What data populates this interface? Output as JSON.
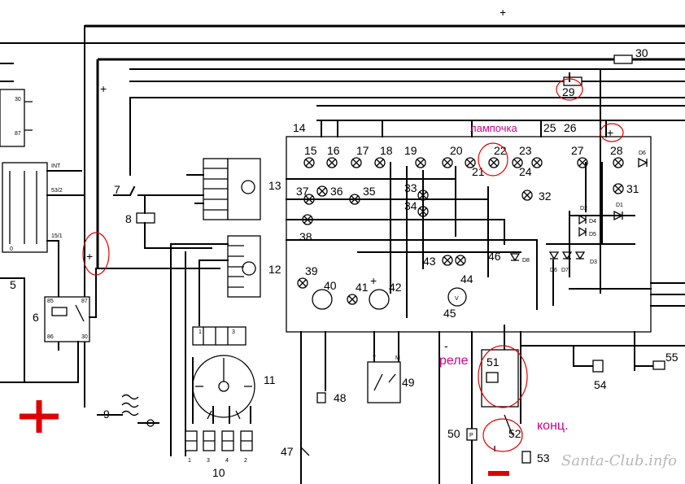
{
  "labels": {
    "n5": "5",
    "n6": "6",
    "n7": "7",
    "n8": "8",
    "n9": "9",
    "n10": "10",
    "n11": "11",
    "n12": "12",
    "n13": "13",
    "n14": "14",
    "n15": "15",
    "n16": "16",
    "n17": "17",
    "n18": "18",
    "n19": "19",
    "n20": "20",
    "n21": "21",
    "n22": "22",
    "n23": "23",
    "n24": "24",
    "n25": "25",
    "n26": "26",
    "n27": "27",
    "n28": "28",
    "n29": "29",
    "n30": "30",
    "n31": "31",
    "n32": "32",
    "n33": "33",
    "n34": "34",
    "n35": "35",
    "n36": "36",
    "n37": "37",
    "n38": "38",
    "n39": "39",
    "n40": "40",
    "n41": "41",
    "n42": "42",
    "n43": "43",
    "n44": "44",
    "n45": "45",
    "n46": "46",
    "n47": "47",
    "n48": "48",
    "n49": "49",
    "n50": "50",
    "n51": "51",
    "n52": "52",
    "n53": "53",
    "n54": "54",
    "n55": "55"
  },
  "diode_labels": {
    "d1": "D1",
    "d2": "D2",
    "d3": "D3",
    "d4": "D4",
    "d5": "D5",
    "d6a": "D6",
    "d6b": "D6",
    "d7": "D7",
    "d8": "D8"
  },
  "small_labels": {
    "s30": "30",
    "s87": "87",
    "int": "INT",
    "v53_2": "53/2",
    "v15_1": "15/1",
    "s0": "0",
    "s85": "85",
    "s87b": "87",
    "s86": "86",
    "s30b": "30",
    "T": "T",
    "M": "M",
    "P": "P",
    "V": "V",
    "c1": "1",
    "c2": "2",
    "c3": "3",
    "c4": "4",
    "r1": "1",
    "r3": "3"
  },
  "annotations": {
    "lampochka": "лампочка",
    "rele": "реле",
    "konts": "конц.",
    "plus_sign": "+",
    "minus_sign": "-"
  },
  "watermark": "Santa-Club.info",
  "colors": {
    "annotation_red": "#e00000",
    "annotation_magenta": "#d0008a",
    "wire": "#000000"
  }
}
